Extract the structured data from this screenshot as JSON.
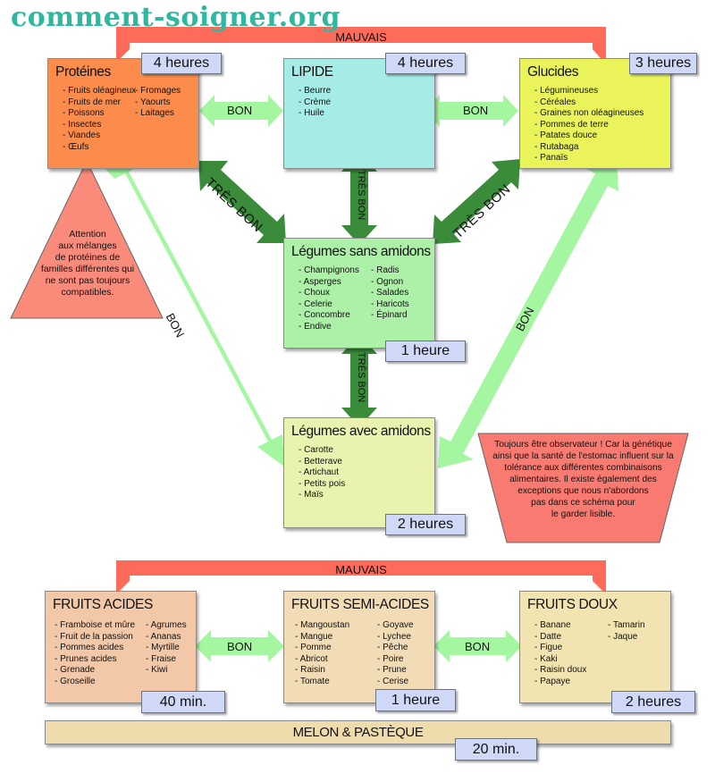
{
  "site_name": "comment-soigner.org",
  "colors": {
    "mauvais_bar": "#ff6b5a",
    "bon_arrow": "#a4f7a0",
    "tres_bon_arrow": "#3a8b3a",
    "proteines": "#fc8c4c",
    "lipide": "#a6ece6",
    "glucides": "#eaf45a",
    "legumes_sans": "#adf0a8",
    "legumes_avec": "#eaf2b0",
    "fruits_acides": "#f2c8a8",
    "fruits_semi": "#f2dcb6",
    "fruits_doux": "#f2e4b0",
    "melon": "#eedcac",
    "time_badge": "#cfd9f7",
    "warning": "#fa8a7a",
    "observer": "#f87a70"
  },
  "labels": {
    "mauvais": "MAUVAIS",
    "bon": "BON",
    "tres_bon": "TRÈS BON"
  },
  "proteines": {
    "title": "Protéines",
    "time": "4 heures",
    "col1": [
      "Fruits oléagineux",
      "Fruits de mer",
      "Poissons",
      "Insectes",
      "Viandes",
      "Œufs"
    ],
    "col2": [
      "Fromages",
      "Yaourts",
      "Laitages"
    ]
  },
  "lipide": {
    "title": "LIPIDE",
    "time": "4 heures",
    "items": [
      "Beurre",
      "Crème",
      "Huile"
    ]
  },
  "glucides": {
    "title": "Glucides",
    "time": "3 heures",
    "items": [
      "Légumineuses",
      "Céréales",
      "Graines non oléagineuses",
      "Pommes de terre",
      "Patates douce",
      "Rutabaga",
      "Panaïs"
    ]
  },
  "legumes_sans": {
    "title": "Légumes sans amidons",
    "time": "1 heure",
    "col1": [
      "Champignons",
      "Asperges",
      "Choux",
      "Celerie",
      "Concombre",
      "Endive"
    ],
    "col2": [
      "Radis",
      "Ognon",
      "Salades",
      "Haricots",
      "Épinard"
    ]
  },
  "legumes_avec": {
    "title": "Légumes avec amidons",
    "time": "2 heures",
    "items": [
      "Carotte",
      "Betterave",
      "Artichaut",
      "Petits pois",
      "Maïs"
    ]
  },
  "warning_note": [
    "Attention",
    "aux mélanges",
    "de protéines de",
    "familles différentes qui",
    "ne sont pas toujours",
    "compatibles."
  ],
  "observer_note": [
    "Toujours être observateur ! Car la génétique",
    "ainsi que la santé de l'estomac influent sur la",
    "tolérance aux différentes combinaisons",
    "alimentaires. Il existe également  des",
    "exceptions que nous n'abordons",
    "pas dans ce schéma pour",
    "le garder lisible."
  ],
  "fruits_acides": {
    "title": "FRUITS ACIDES",
    "time": "40 min.",
    "col1": [
      "Framboise et mûre",
      "Fruit de la passion",
      "Pommes acides",
      "Prunes acides",
      "Grenade",
      "Groseille"
    ],
    "col2": [
      "Agrumes",
      "Ananas",
      "Myrtille",
      "Fraise",
      "Kiwi"
    ]
  },
  "fruits_semi": {
    "title": "FRUITS SEMI-ACIDES",
    "time": "1 heure",
    "col1": [
      "Mangoustan",
      "Mangue",
      "Pomme",
      "Abricot",
      "Raisin",
      "Tomate"
    ],
    "col2": [
      "Goyave",
      "Lychee",
      "Pêche",
      "Poire",
      "Prune",
      "Cerise"
    ]
  },
  "fruits_doux": {
    "title": "FRUITS DOUX",
    "time": "2 heures",
    "col1": [
      "Banane",
      "Datte",
      "Figue",
      "Kaki",
      "Raisin doux",
      "Papaye"
    ],
    "col2": [
      "Tamarin",
      "Jaque"
    ]
  },
  "melon": {
    "title": "MELON & PASTÈQUE",
    "time": "20 min."
  }
}
